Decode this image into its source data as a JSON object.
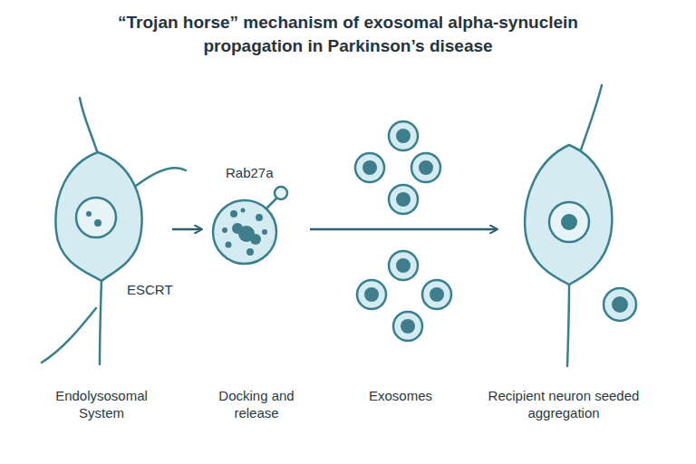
{
  "diagram": {
    "title": "“Trojan horse” mechanism of exosomal alpha-synuclein propagation in Parkinson’s disease",
    "labels": [
      "Rab27a",
      "ESCRT",
      "Endolysosomal System",
      "Docking and release",
      "Exosomes",
      "Recipient neuron seeded aggregation"
    ]
  }
}
